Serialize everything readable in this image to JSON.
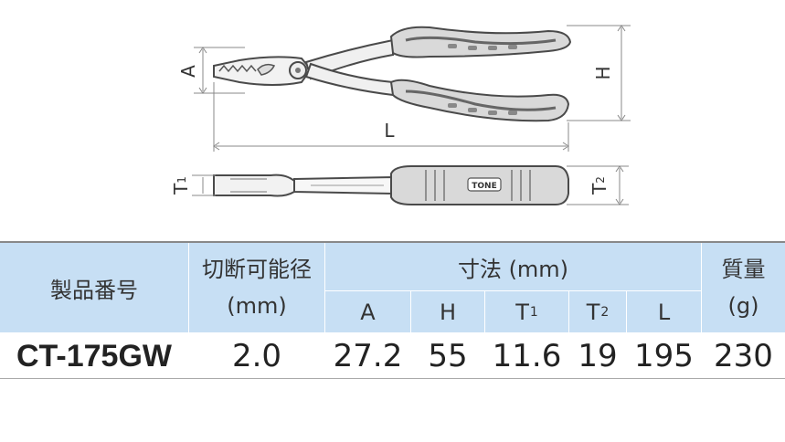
{
  "drawing": {
    "dim_labels": {
      "A": "A",
      "H": "H",
      "L": "L",
      "T1": "T",
      "T1_sub": "1",
      "T2": "T",
      "T2_sub": "2"
    },
    "logo_text": "TONE"
  },
  "table": {
    "headers": {
      "model_no": "製品番号",
      "cut_capacity": "切断可能径",
      "cut_capacity_unit": "(mm)",
      "dimensions": "寸法 (mm)",
      "mass": "質量",
      "mass_unit": "(g)"
    },
    "sub_headers": {
      "A": "A",
      "H": "H",
      "T1": "T",
      "T1_sub": "1",
      "T2": "T",
      "T2_sub": "2",
      "L": "L"
    },
    "row": {
      "model_no": "CT-175GW",
      "cut_capacity": "2.0",
      "A": "27.2",
      "H": "55",
      "T1": "11.6",
      "T2": "19",
      "L": "195",
      "mass": "230"
    }
  }
}
